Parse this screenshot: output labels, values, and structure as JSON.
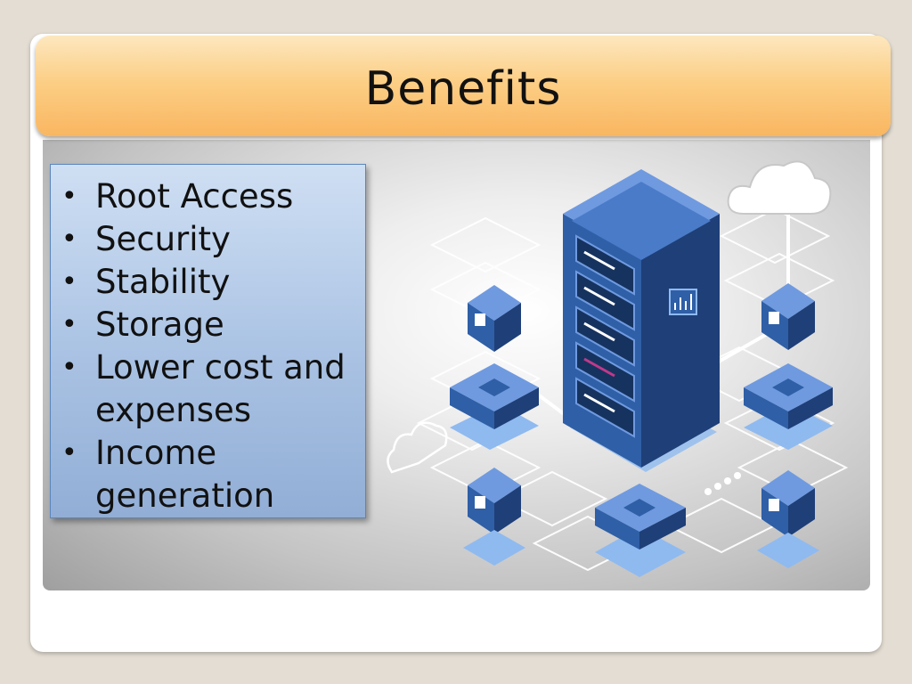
{
  "slide": {
    "title": "Benefits",
    "bullets": [
      "Root Access",
      "Security",
      "Stability",
      "Storage",
      "Lower cost and expenses",
      "Income generation"
    ]
  },
  "illustration": {
    "icons": [
      "server-rack-icon",
      "cloud-icon",
      "cube-node-icon",
      "hub-node-icon"
    ],
    "colors": {
      "primary": "#2f5fa6",
      "light": "#8fbaf0",
      "accent": "#c0398a"
    }
  }
}
